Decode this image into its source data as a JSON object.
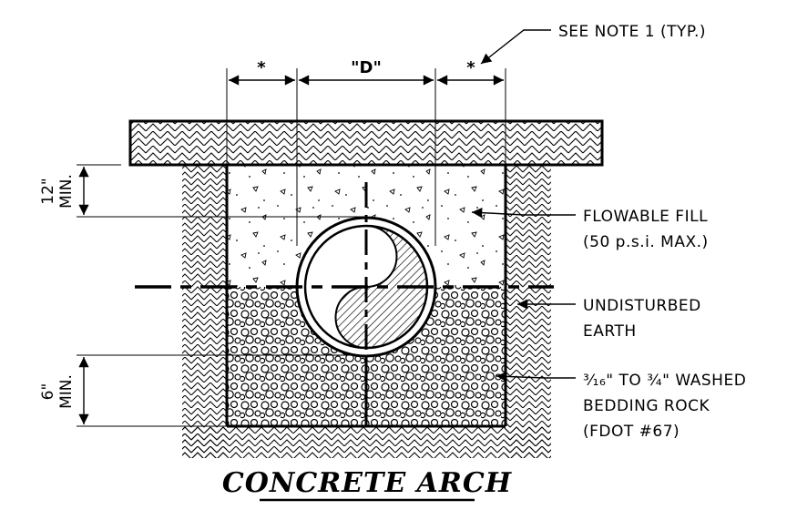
{
  "labels": {
    "see_note": "SEE NOTE 1 (TYP.)",
    "flowable_fill_line1": "FLOWABLE FILL",
    "flowable_fill_line2": "(50 p.s.i. MAX.)",
    "undisturbed_line1": "UNDISTURBED",
    "undisturbed_line2": "EARTH",
    "bedding_line1": "³⁄₁₆\" TO ¾\" WASHED",
    "bedding_line2": "BEDDING ROCK",
    "bedding_line3": "(FDOT #67)"
  },
  "dimensions": {
    "left_star": "*",
    "diameter": "\"D\"",
    "right_star": "*",
    "cover_value": "12\"",
    "cover_note": "MIN.",
    "bedding_value": "6\"",
    "bedding_note": "MIN."
  },
  "title": "CONCRETE ARCH"
}
